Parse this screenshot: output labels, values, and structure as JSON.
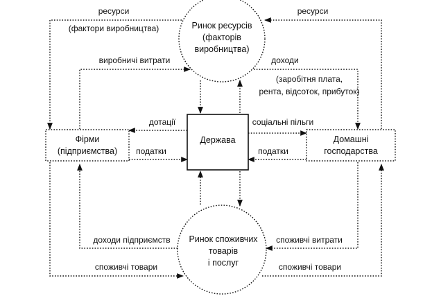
{
  "nodes": {
    "resource_market": [
      "Ринок ресурсів",
      "(факторів",
      "виробництва)"
    ],
    "consumer_market": [
      "Ринок споживчих",
      "товарів",
      "і послуг"
    ],
    "firms": [
      "Фірми",
      "(підприємства)"
    ],
    "state": [
      "Держава"
    ],
    "households": [
      "Домашні",
      "господарства"
    ]
  },
  "labels": {
    "resources_left": "ресурси",
    "factors_left": "(фактори виробництва)",
    "resources_right": "ресурси",
    "production_costs": "виробничі витрати",
    "income": "доходи",
    "income_detail_1": "(заробітня плата,",
    "income_detail_2": "рента, відсоток, прибуток)",
    "subsidies": "дотації",
    "taxes_left": "податки",
    "social_benefits": "соціальні пільги",
    "taxes_right": "податки",
    "business_income": "доходи підприємств",
    "consumer_spending": "споживчі витрати",
    "consumer_goods_left": "споживчі товари",
    "consumer_goods_right": "споживчі товари"
  }
}
